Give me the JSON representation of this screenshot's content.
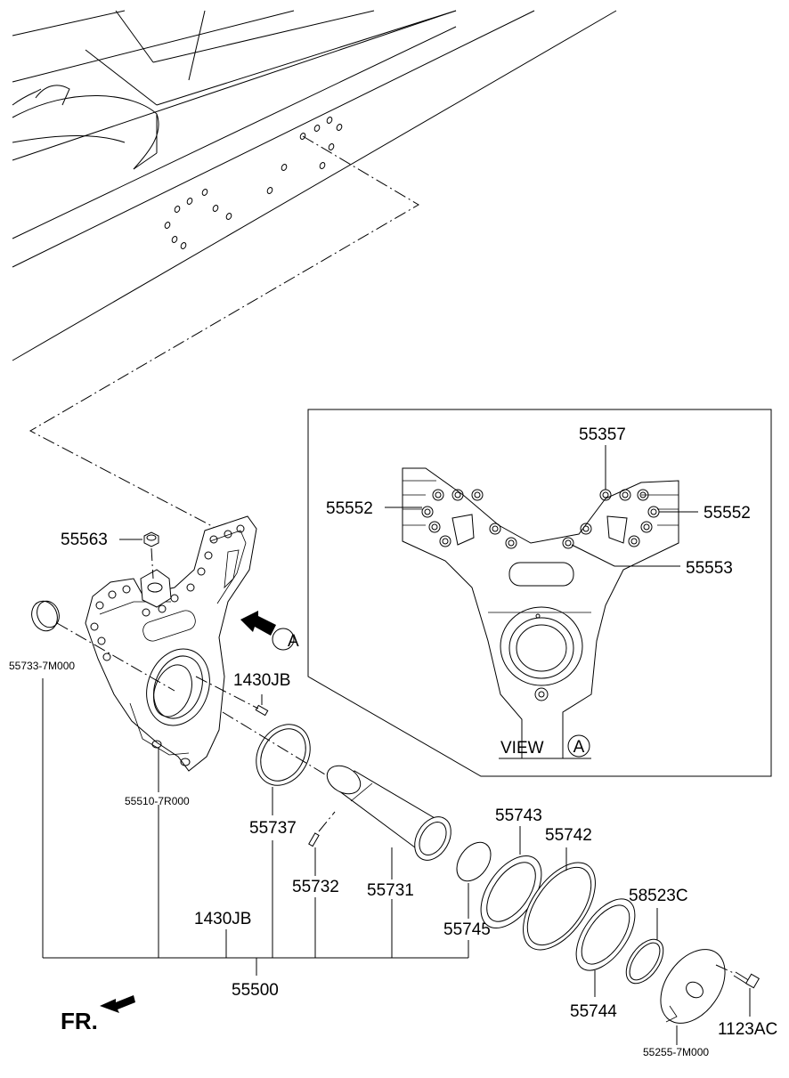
{
  "labels": {
    "p55563": "55563",
    "p55733": "55733-7M000",
    "p55510": "55510-7R000",
    "p1430jb_top": "1430JB",
    "p1430jb_bottom": "1430JB",
    "p55737": "55737",
    "p55732": "55732",
    "p55731": "55731",
    "p55745": "55745",
    "p55743": "55743",
    "p55742": "55742",
    "p58523c": "58523C",
    "p55744": "55744",
    "p55255": "55255-7M000",
    "p1123ac": "1123AC",
    "p55500": "55500",
    "p55357": "55357",
    "p55552_left": "55552",
    "p55552_right": "55552",
    "p55553": "55553",
    "view_text": "VIEW",
    "view_letter": "A",
    "arrow_letter": "A",
    "fr": "FR."
  }
}
